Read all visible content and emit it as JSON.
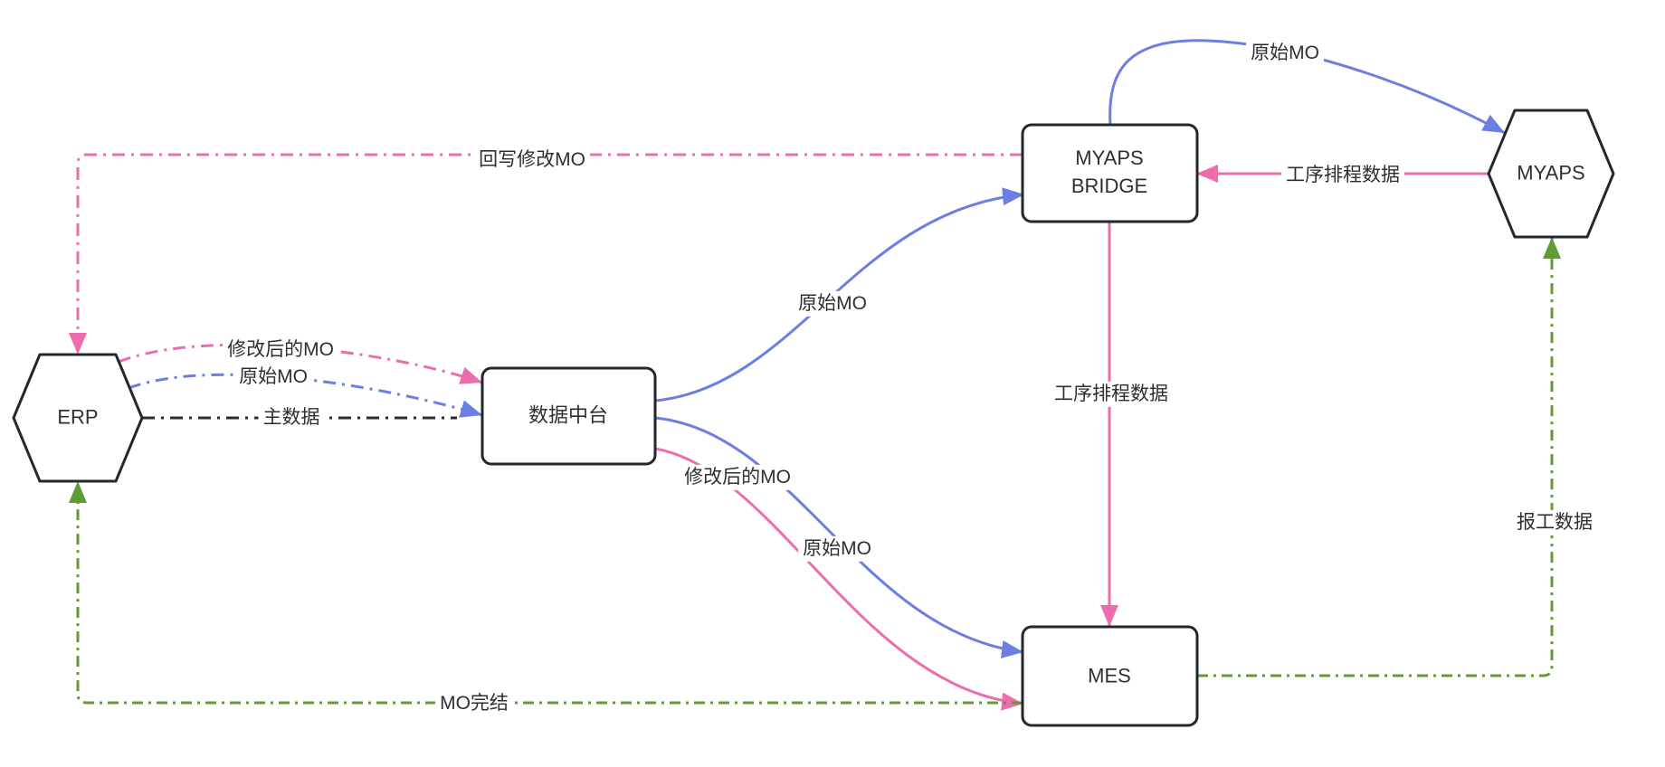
{
  "colors": {
    "pink": "#ED6CAD",
    "blue": "#6B7EE3",
    "green": "#5F9C33",
    "ink": "#23272E",
    "text": "#2F2F33",
    "bg": "#FFFFFF"
  },
  "nodes": {
    "erp": {
      "label": "ERP",
      "shape": "hexagon"
    },
    "data_platform": {
      "label": "数据中台",
      "shape": "rounded-rect"
    },
    "myaps_bridge": {
      "label": "MYAPS BRIDGE",
      "shape": "rounded-rect"
    },
    "myaps": {
      "label": "MYAPS",
      "shape": "hexagon"
    },
    "mes": {
      "label": "MES",
      "shape": "rounded-rect"
    }
  },
  "edges": {
    "erp_to_dp_modified": {
      "label": "修改后的MO",
      "from": "ERP",
      "to": "数据中台",
      "style": "dash-dot",
      "color": "pink"
    },
    "erp_to_dp_original": {
      "label": "原始MO",
      "from": "ERP",
      "to": "数据中台",
      "style": "dash-dot",
      "color": "blue"
    },
    "erp_to_dp_master": {
      "label": "主数据",
      "from": "ERP",
      "to": "数据中台",
      "style": "dash-dot",
      "color": "black"
    },
    "dp_to_bridge_original": {
      "label": "原始MO",
      "from": "数据中台",
      "to": "MYAPS BRIDGE",
      "style": "solid",
      "color": "blue"
    },
    "dp_to_mes_original": {
      "label": "原始MO",
      "from": "数据中台",
      "to": "MES",
      "style": "solid",
      "color": "blue"
    },
    "dp_to_mes_modified": {
      "label": "修改后的MO",
      "from": "数据中台",
      "to": "MES",
      "style": "solid",
      "color": "pink"
    },
    "bridge_to_erp_writeback": {
      "label": "回写修改MO",
      "from": "MYAPS BRIDGE",
      "to": "ERP",
      "style": "dash-dot",
      "color": "pink"
    },
    "bridge_to_myaps_original": {
      "label": "原始MO",
      "from": "MYAPS BRIDGE",
      "to": "MYAPS",
      "style": "solid",
      "color": "blue"
    },
    "myaps_to_bridge_schedule": {
      "label": "工序排程数据",
      "from": "MYAPS",
      "to": "MYAPS BRIDGE",
      "style": "solid",
      "color": "pink"
    },
    "bridge_to_mes_schedule": {
      "label": "工序排程数据",
      "from": "MYAPS BRIDGE",
      "to": "MES",
      "style": "solid",
      "color": "pink"
    },
    "mes_to_erp_complete": {
      "label": "MO完结",
      "from": "MES",
      "to": "ERP",
      "style": "dash-dot",
      "color": "green"
    },
    "mes_to_myaps_report": {
      "label": "报工数据",
      "from": "MES",
      "to": "MYAPS",
      "style": "dash-dot",
      "color": "green"
    }
  }
}
